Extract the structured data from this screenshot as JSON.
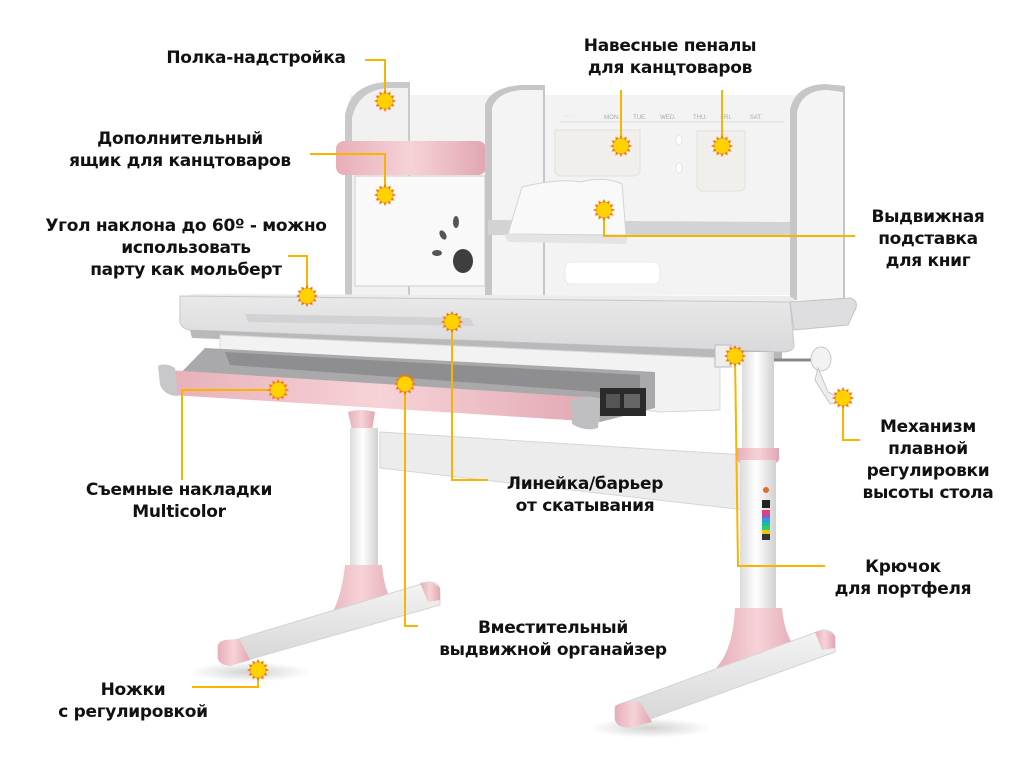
{
  "colors": {
    "callout_line": "#f7b500",
    "marker_fill": "#ffd200",
    "marker_ray": "#f57c00",
    "accent_pink": "#efc4cb",
    "frame_gray": "#b8b8ba",
    "panel_white": "#f7f7f7",
    "text": "#111111"
  },
  "callouts": [
    {
      "id": "shelf-hutch",
      "lines": [
        "Полка-надстройка"
      ]
    },
    {
      "id": "extra-drawer",
      "lines": [
        "Дополнительный",
        "ящик для канцтоваров"
      ]
    },
    {
      "id": "tilt-angle",
      "lines": [
        "Угол наклона до 60º - можно",
        "использовать",
        "парту как мольберт"
      ]
    },
    {
      "id": "hanging-cases",
      "lines": [
        "Навесные пеналы",
        "для канцтоваров"
      ]
    },
    {
      "id": "book-stand",
      "lines": [
        "Выдвижная",
        "подставка",
        "для книг"
      ]
    },
    {
      "id": "height-mechanism",
      "lines": [
        "Механизм",
        "плавной",
        "регулировки",
        "высоты стола"
      ]
    },
    {
      "id": "bag-hook",
      "lines": [
        "Крючок",
        "для портфеля"
      ]
    },
    {
      "id": "removable-pads",
      "lines": [
        "Съемные накладки",
        "Multicolor"
      ]
    },
    {
      "id": "ruler-barrier",
      "lines": [
        "Линейка/барьер",
        "от скатывания"
      ]
    },
    {
      "id": "drawer-organizer",
      "lines": [
        "Вместительный",
        "выдвижной органайзер"
      ]
    },
    {
      "id": "adjustable-feet",
      "lines": [
        "Ножки",
        "с регулировкой"
      ]
    }
  ],
  "calendar_days": [
    "MON.",
    "TUE.",
    "WED.",
    "THU.",
    "FRI.",
    "SAT."
  ]
}
